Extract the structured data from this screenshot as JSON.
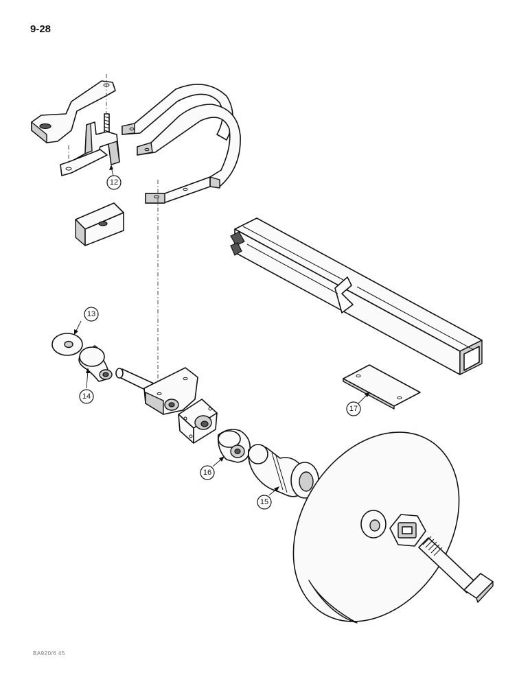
{
  "page": {
    "number": "9-28",
    "figure_code": "BA920/6 45"
  },
  "callouts": [
    {
      "id": "c12",
      "label": "12",
      "part": "shank-bracket"
    },
    {
      "id": "c13",
      "label": "13",
      "part": "washer"
    },
    {
      "id": "c14",
      "label": "14",
      "part": "spool-end"
    },
    {
      "id": "c15",
      "label": "15",
      "part": "spool-long"
    },
    {
      "id": "c16",
      "label": "16",
      "part": "bearing-cup"
    },
    {
      "id": "c17",
      "label": "17",
      "part": "plate"
    }
  ]
}
